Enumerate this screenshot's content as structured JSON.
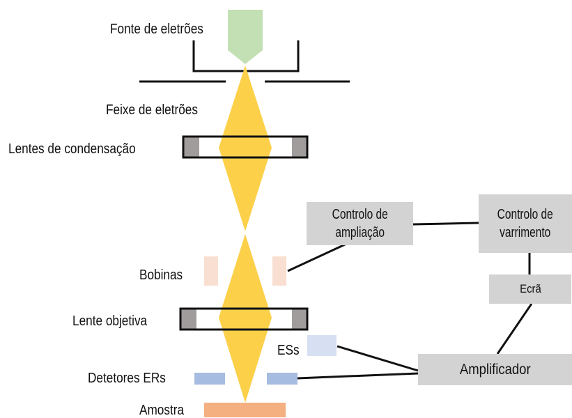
{
  "labels": {
    "source": "Fonte de eletrões",
    "beam": "Feixe de eletrões",
    "condenser": "Lentes de condensação",
    "coils": "Bobinas",
    "objective": "Lente objetiva",
    "se": "ESs",
    "bse": "Detetores ERs",
    "sample": "Amostra"
  },
  "boxes": {
    "magnification": [
      "Controlo de",
      "ampliação"
    ],
    "scan": [
      "Controlo de",
      "varrimento"
    ],
    "screen": "Ecrã",
    "amplifier": "Amplificador"
  },
  "colors": {
    "beam": "#fdd04a",
    "source": "#c3dfb4",
    "coil": "#f9dfd1",
    "detector": "#a6bce0",
    "se_detector": "#d6e0f2",
    "sample": "#f4b081",
    "box": "#d3d3d3",
    "lens_gray": "#a09c9c"
  }
}
